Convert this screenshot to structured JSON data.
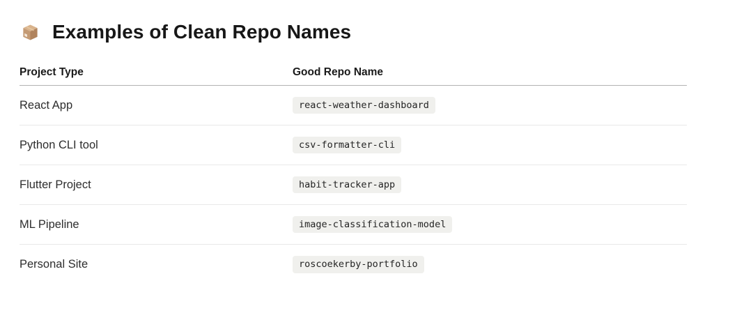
{
  "page": {
    "title": "Examples of Clean Repo Names",
    "title_icon": "package-icon"
  },
  "table": {
    "columns": [
      {
        "label": "Project Type"
      },
      {
        "label": "Good Repo Name"
      }
    ],
    "rows": [
      {
        "project_type": "React App",
        "repo_name": "react-weather-dashboard"
      },
      {
        "project_type": "Python CLI tool",
        "repo_name": "csv-formatter-cli"
      },
      {
        "project_type": "Flutter Project",
        "repo_name": "habit-tracker-app"
      },
      {
        "project_type": "ML Pipeline",
        "repo_name": "image-classification-model"
      },
      {
        "project_type": "Personal Site",
        "repo_name": "roscoekerby-portfolio"
      }
    ]
  },
  "colors": {
    "header_rule": "#b3b3b3",
    "row_rule": "#e9e9e9",
    "pill_background": "#f0f0ed",
    "pill_text": "#242424",
    "heading_text": "#171717",
    "body_text": "#2d2d2d"
  }
}
